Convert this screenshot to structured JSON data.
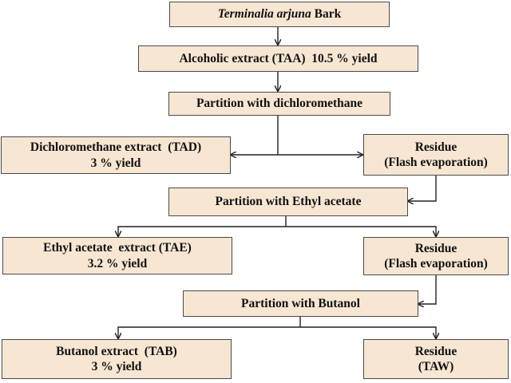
{
  "colors": {
    "box_fill": "#f7e6d2",
    "box_border": "#4a4a4a",
    "line": "#222222"
  },
  "nodes": {
    "source": {
      "italic": "Terminalia arjuna",
      "text": " Bark"
    },
    "alcoholic": {
      "line1": "Alcoholic extract (TAA)  10.5 % yield"
    },
    "partition_dcm": {
      "line1": "Partition with dichloromethane"
    },
    "dcm_extract": {
      "line1": "Dichloromethane extract  (TAD)",
      "line2": "3 % yield"
    },
    "residue_1": {
      "line1": "Residue",
      "line2": "(Flash evaporation)"
    },
    "partition_ea": {
      "line1": "Partition with Ethyl acetate"
    },
    "ea_extract": {
      "line1": "Ethyl acetate  extract (TAE)",
      "line2": "3.2 % yield"
    },
    "residue_2": {
      "line1": "Residue",
      "line2": "(Flash evaporation)"
    },
    "partition_bu": {
      "line1": "Partition with Butanol"
    },
    "bu_extract": {
      "line1": "Butanol extract  (TAB)",
      "line2": "3 % yield"
    },
    "residue_3": {
      "line1": "Residue",
      "line2": "(TAW)"
    }
  }
}
